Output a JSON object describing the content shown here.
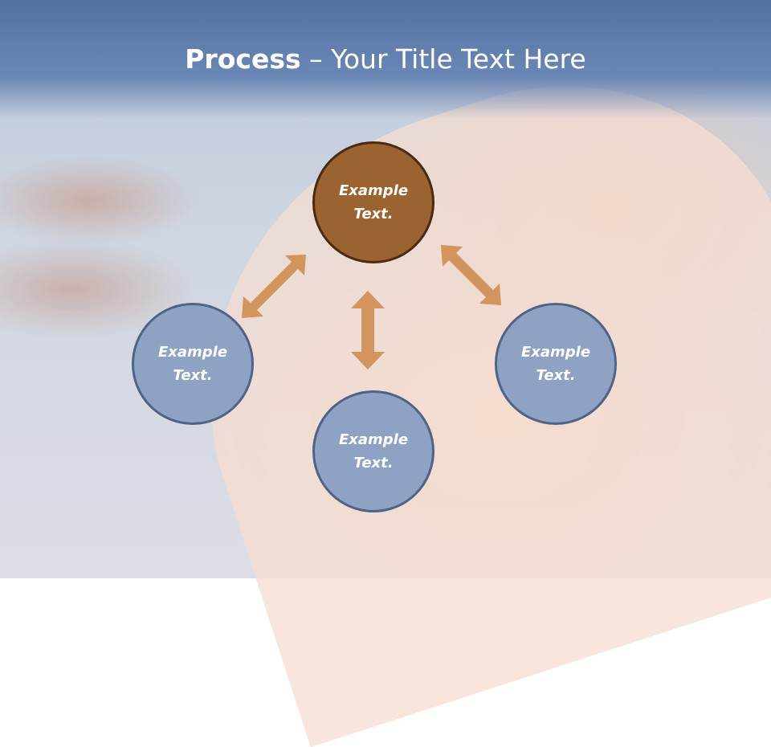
{
  "slide": {
    "title_bold": "Process",
    "title_rest": " – Your Title Text Here"
  },
  "nodes": {
    "top": {
      "line1": "Example",
      "line2": "Text."
    },
    "left": {
      "line1": "Example",
      "line2": "Text."
    },
    "right": {
      "line1": "Example",
      "line2": "Text."
    },
    "bottom": {
      "line1": "Example",
      "line2": "Text."
    }
  },
  "colors": {
    "header": "#6b87b5",
    "center_node": "#9a6330",
    "outer_nodes": "#8ea2c3",
    "arrows": "#d2955e"
  }
}
